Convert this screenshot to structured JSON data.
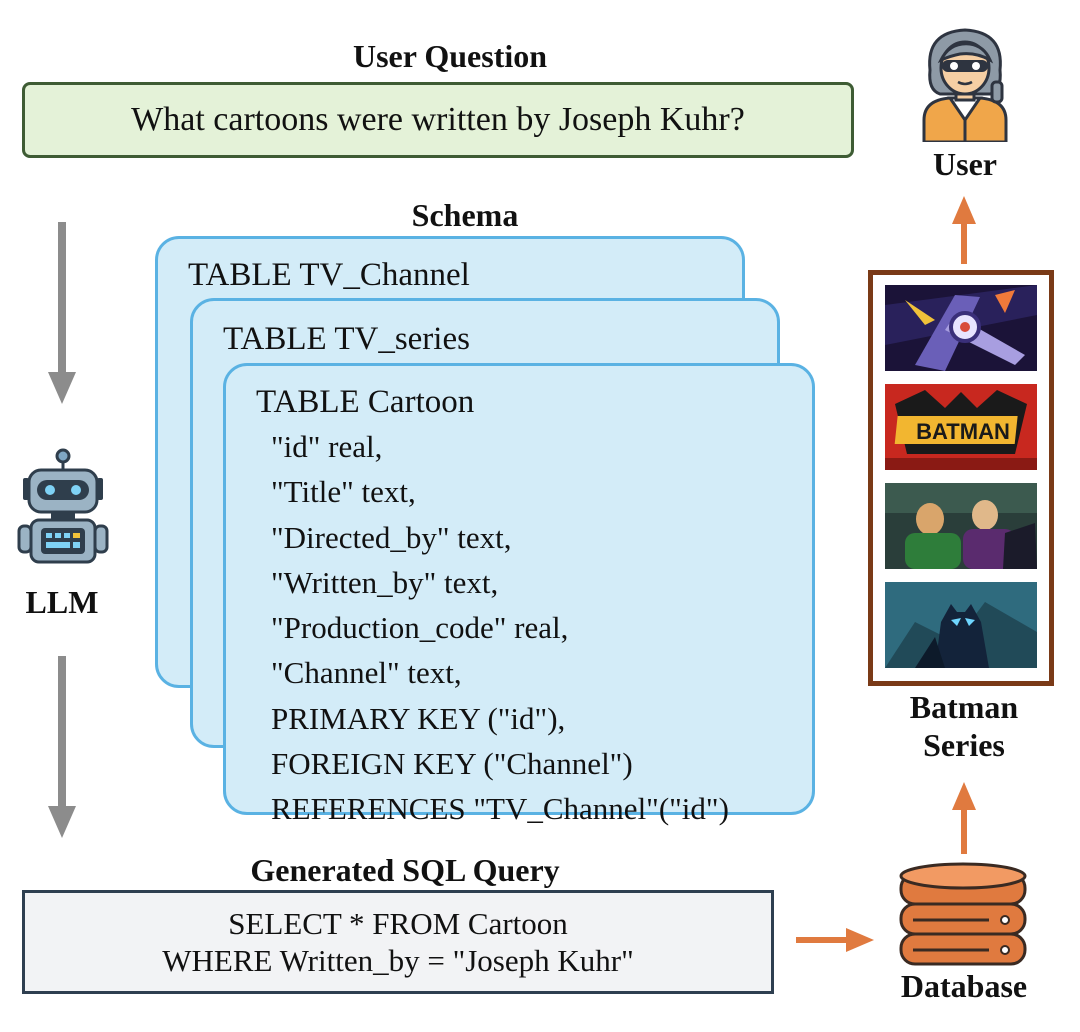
{
  "user_question": {
    "title": "User Question",
    "text": "What cartoons were written by Joseph Kuhr?"
  },
  "schema": {
    "title": "Schema",
    "tables": [
      {
        "label": "TABLE TV_Channel"
      },
      {
        "label": "TABLE TV_series"
      },
      {
        "label": "TABLE Cartoon",
        "fields": [
          "\"id\" real,",
          "\"Title\" text,",
          "\"Directed_by\" text,",
          "\"Written_by\" text,",
          "\"Production_code\" real,",
          "\"Channel\" text,",
          "PRIMARY KEY (\"id\"),",
          "FOREIGN KEY (\"Channel\")",
          "REFERENCES \"TV_Channel\"(\"id\")"
        ]
      }
    ]
  },
  "llm": {
    "label": "LLM",
    "icon": "robot-icon"
  },
  "sql": {
    "title": "Generated SQL Query",
    "line1": "SELECT * FROM Cartoon",
    "line2": "WHERE Written_by = \"Joseph Kuhr\""
  },
  "user": {
    "label": "User",
    "icon": "user-avatar-icon"
  },
  "result": {
    "label_line1": "Batman",
    "label_line2": "Series",
    "frame_logo_text": "BATMAN"
  },
  "database": {
    "label": "Database",
    "icon": "database-icon"
  },
  "colors": {
    "question_fill": "#e4f2d8",
    "question_border": "#3e5c34",
    "schema_fill": "#d3ecf8",
    "schema_border": "#5ab2e3",
    "sql_fill": "#f2f3f5",
    "sql_border": "#2e3f50",
    "flow_arrow": "#8c8c8c",
    "result_arrow": "#e07a3f",
    "film_border": "#7a3a17",
    "database": "#e07a3f"
  }
}
